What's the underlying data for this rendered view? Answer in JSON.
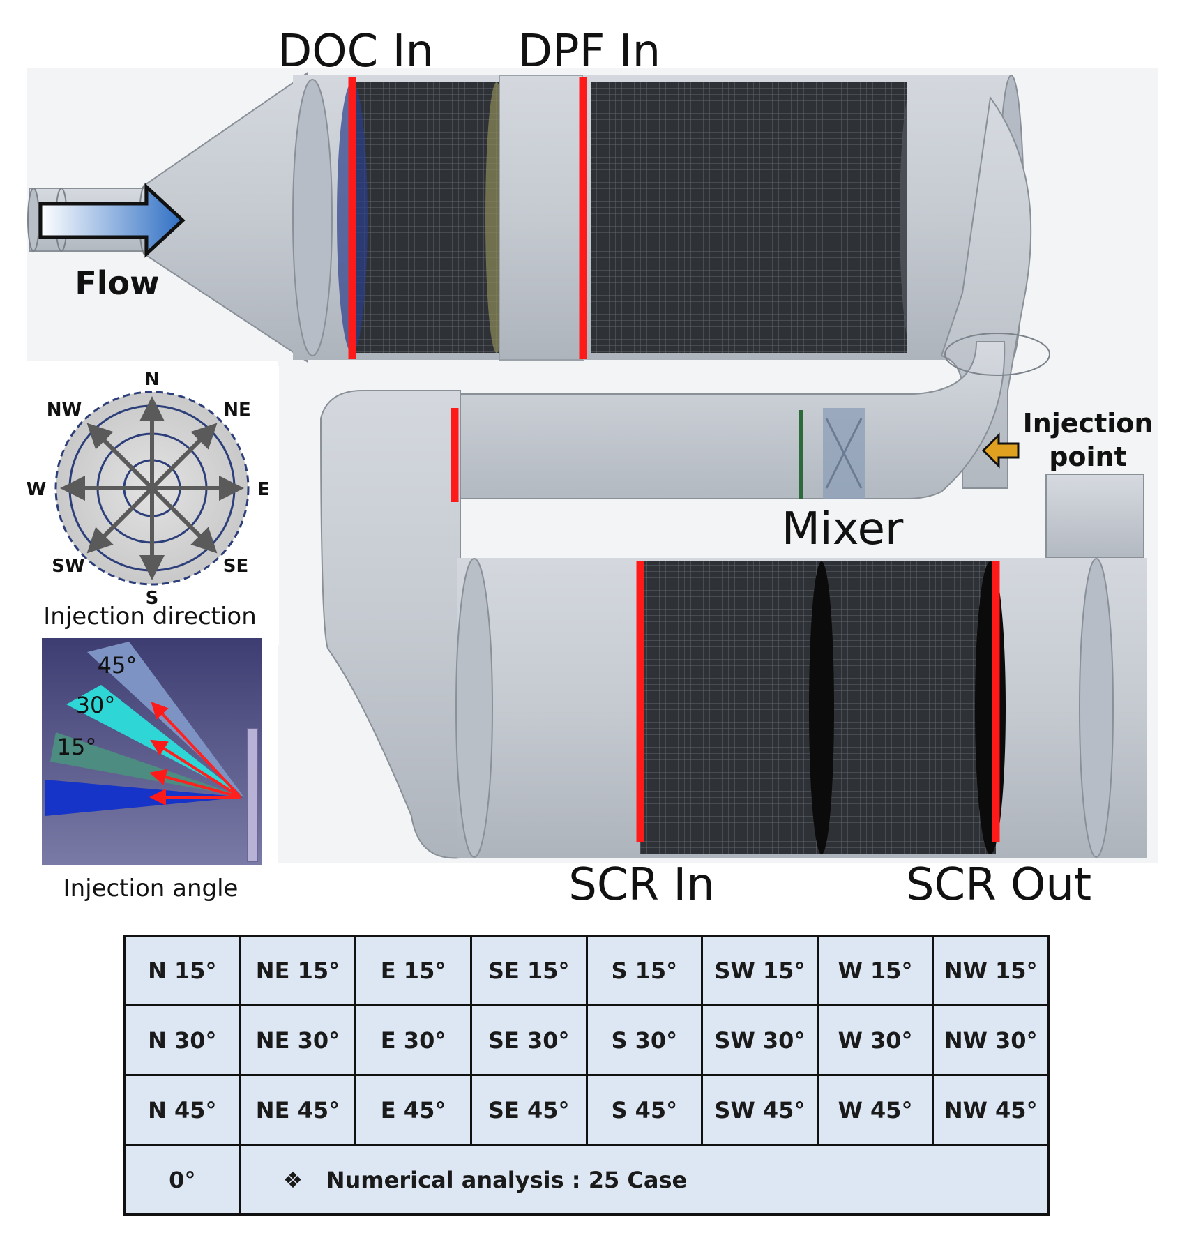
{
  "labels": {
    "doc_in": "DOC In",
    "dpf_in": "DPF In",
    "flow": "Flow",
    "injection_point_line1": "Injection",
    "injection_point_line2": "point",
    "mixer": "Mixer",
    "scr_in": "SCR In",
    "scr_out": "SCR Out"
  },
  "compass": {
    "n": "N",
    "ne": "NE",
    "e": "E",
    "se": "SE",
    "s": "S",
    "sw": "SW",
    "w": "W",
    "nw": "NW",
    "caption": "Injection direction"
  },
  "angle_inset": {
    "a45": "45°",
    "a30": "30°",
    "a15": "15°",
    "caption": "Injection angle"
  },
  "table": {
    "rows": [
      [
        "N 15°",
        "NE 15°",
        "E 15°",
        "SE 15°",
        "S 15°",
        "SW 15°",
        "W 15°",
        "NW 15°"
      ],
      [
        "N 30°",
        "NE 30°",
        "E 30°",
        "SE 30°",
        "S 30°",
        "SW 30°",
        "W 30°",
        "NW 30°"
      ],
      [
        "N 45°",
        "NE 45°",
        "E 45°",
        "SE 45°",
        "S 45°",
        "SW 45°",
        "W 45°",
        "NW 45°"
      ]
    ],
    "last_row_first": "0°",
    "note_symbol": "❖",
    "note_text": "Numerical analysis : 25 Case"
  },
  "colors": {
    "section_line": "#ff1a1a",
    "body_gray": "#c3c8cf",
    "mesh_dark": "#3a3d42",
    "table_fill": "#dde6f3",
    "inset_bg": "#4a4a7a",
    "injection_arrow": "#e0a020"
  }
}
